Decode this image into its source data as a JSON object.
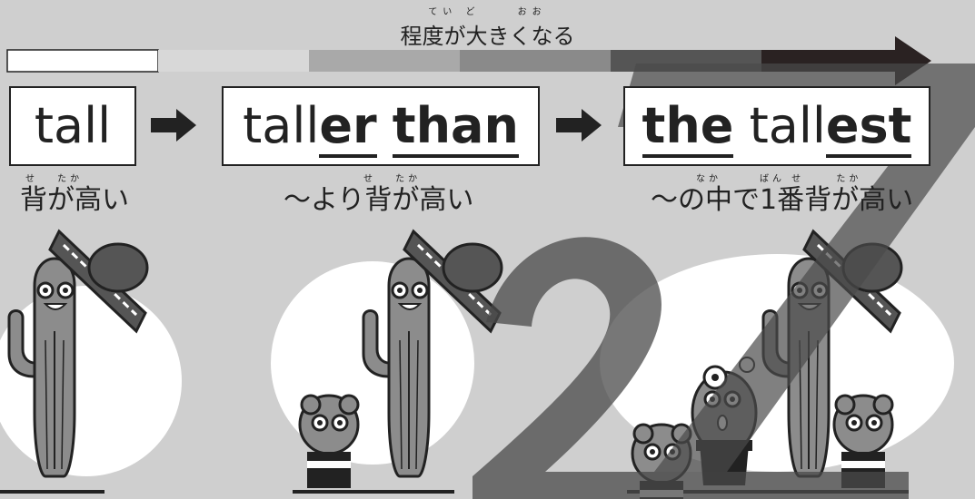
{
  "header": {
    "ruby": "てい ど　　 おお",
    "label": "程度が大きくなる"
  },
  "forms": {
    "positive": {
      "text": "tall",
      "meaning_ruby": "せ　 たか",
      "meaning": "背が高い"
    },
    "comparative": {
      "stem": "tall",
      "suffix": "er",
      "than": "than",
      "meaning_ruby": "せ　 たか",
      "meaning": "〜より背が高い"
    },
    "superlative": {
      "the": "the",
      "stem": "tall",
      "suffix": "est",
      "meaning_ruby": "なか　　　ばん せ　　 たか",
      "meaning": "〜の中で1番背が高い"
    }
  },
  "colors": {
    "background": "#cfcfcf",
    "gradient": [
      "#ffffff",
      "#d8d8d8",
      "#a9a9a9",
      "#8a8a8a",
      "#555555",
      "#2a2222"
    ],
    "ink": "#222222",
    "cactus": "#8c8c8c",
    "cactus_dark": "#6f6f6f",
    "watermark": "#4a4a4a"
  }
}
